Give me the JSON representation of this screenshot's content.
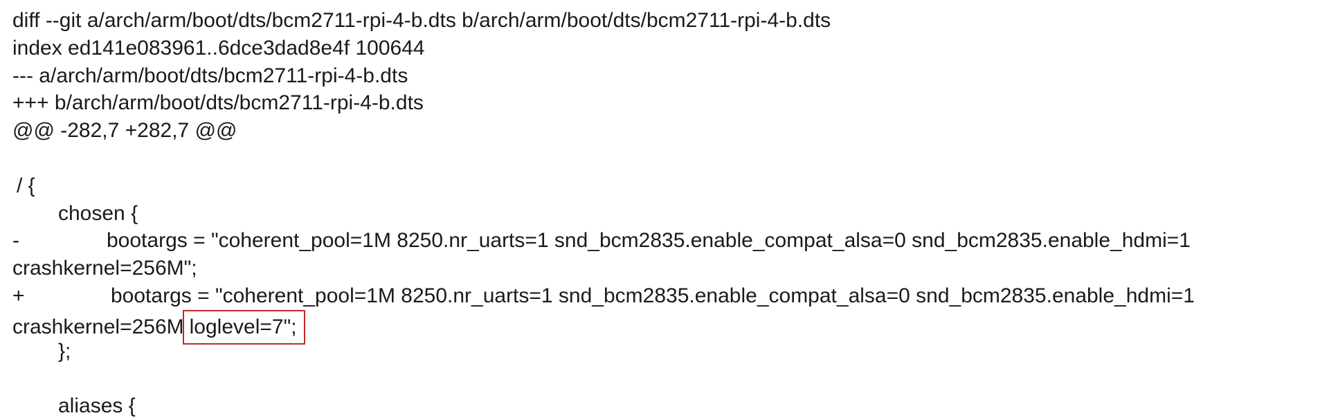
{
  "diff": {
    "header_line": "diff --git a/arch/arm/boot/dts/bcm2711-rpi-4-b.dts b/arch/arm/boot/dts/bcm2711-rpi-4-b.dts",
    "index_line": "index ed141e083961..6dce3dad8e4f 100644",
    "old_file_line": "--- a/arch/arm/boot/dts/bcm2711-rpi-4-b.dts",
    "new_file_line": "+++ b/arch/arm/boot/dts/bcm2711-rpi-4-b.dts",
    "hunk_line": "@@ -282,7 +282,7 @@",
    "root_open": "/ {",
    "chosen_open": "chosen {",
    "removed": {
      "marker": "-",
      "text": "bootargs = \"coherent_pool=1M 8250.nr_uarts=1 snd_bcm2835.enable_compat_alsa=0 snd_bcm2835.enable_hdmi=1",
      "continuation": "crashkernel=256M\";"
    },
    "added": {
      "marker": "+",
      "text": "bootargs = \"coherent_pool=1M 8250.nr_uarts=1 snd_bcm2835.enable_compat_alsa=0 snd_bcm2835.enable_hdmi=1",
      "continuation_prefix": "crashkernel=256M",
      "highlighted": "loglevel=7\";"
    },
    "chosen_close": "};",
    "aliases_open": "aliases {"
  },
  "colors": {
    "text": "#1a1a1a",
    "highlight_border": "#c0282a"
  }
}
